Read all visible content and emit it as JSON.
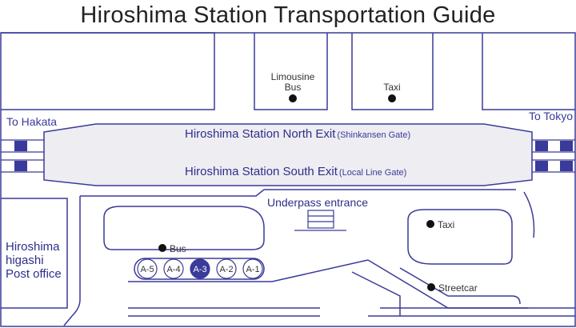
{
  "title": "Hiroshima Station Transportation Guide",
  "colors": {
    "outline": "#3a3a9a",
    "station_fill": "#ededf2",
    "active_stop": "#3a3a9a",
    "dot": "#111111"
  },
  "directions": {
    "west": "To Hakata",
    "east": "To Tokyo"
  },
  "station": {
    "north_exit": "Hiroshima Station North Exit",
    "north_gate": "(Shinkansen Gate)",
    "south_exit": "Hiroshima Station South Exit",
    "south_gate": "(Local Line Gate)"
  },
  "north_points": {
    "limousine_line1": "Limousine",
    "limousine_line2": "Bus",
    "taxi": "Taxi"
  },
  "south_points": {
    "underpass": "Underpass entrance",
    "bus": "Bus",
    "taxi": "Taxi",
    "streetcar": "Streetcar"
  },
  "post_office": {
    "line1": "Hiroshima",
    "line2": "higashi",
    "line3": "Post office"
  },
  "bus_stops": [
    {
      "label": "A-5",
      "active": false
    },
    {
      "label": "A-4",
      "active": false
    },
    {
      "label": "A-3",
      "active": true
    },
    {
      "label": "A-2",
      "active": false
    },
    {
      "label": "A-1",
      "active": false
    }
  ]
}
